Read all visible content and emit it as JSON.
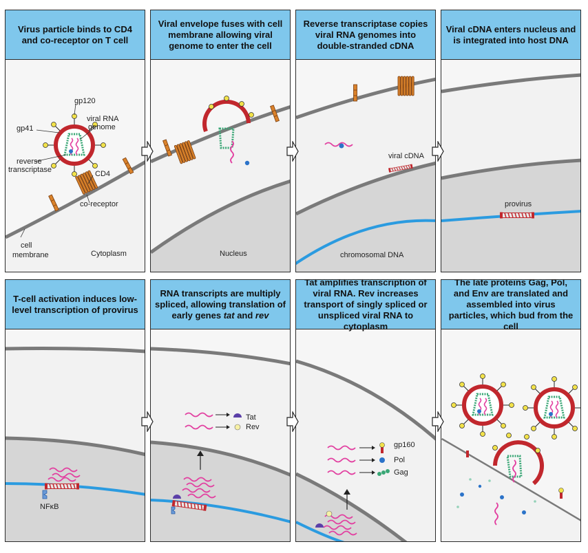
{
  "colors": {
    "header_bg": "#7fc7ec",
    "cytoplasm": "#f0f0f0",
    "nucleus": "#d6d6d6",
    "membrane": "#7a7a7a",
    "dna": "#2b9be0",
    "viral_rna": "#e23fa0",
    "provirus": "#d6342c",
    "gp120": "#f2e24a",
    "receptor": "#d9822b"
  },
  "panels": [
    {
      "title": "Virus particle binds to CD4 and co-receptor on T cell",
      "labels": {
        "gp120": "gp120",
        "viral_rna": "viral RNA",
        "genome": "genome",
        "gp41": "gp41",
        "reverse": "reverse",
        "transcriptase": "transcriptase",
        "cd4": "CD4",
        "coreceptor": "co-receptor",
        "cell": "cell",
        "membrane": "membrane",
        "cytoplasm": "Cytoplasm"
      }
    },
    {
      "title": "Viral envelope fuses with cell membrane allowing viral genome to enter the cell",
      "labels": {
        "nucleus": "Nucleus"
      }
    },
    {
      "title": "Reverse transcriptase copies viral RNA genomes into double-stranded cDNA",
      "labels": {
        "viral_cdna": "viral cDNA",
        "chromosomal_dna": "chromosomal DNA"
      }
    },
    {
      "title": "Viral cDNA enters nucleus and is integrated into host DNA",
      "labels": {
        "provirus": "provirus"
      }
    },
    {
      "title": "T-cell activation induces low-level transcription of provirus",
      "labels": {
        "nfkb": "NFκB"
      }
    },
    {
      "title_pre": "RNA transcripts are multiply spliced, allowing translation of early genes ",
      "title_tat": "tat",
      "title_and": " and ",
      "title_rev": "rev",
      "labels": {
        "tat": "Tat",
        "rev": "Rev"
      }
    },
    {
      "title": "Tat amplifies transcription of viral RNA. Rev increases transport of singly spliced or unspliced viral RNA to cytoplasm",
      "labels": {
        "gp160": "gp160",
        "pol": "Pol",
        "gag": "Gag"
      }
    },
    {
      "title": "The late proteins Gag, Pol, and Env are translated and assembled into virus particles, which bud from the cell",
      "labels": {}
    }
  ]
}
